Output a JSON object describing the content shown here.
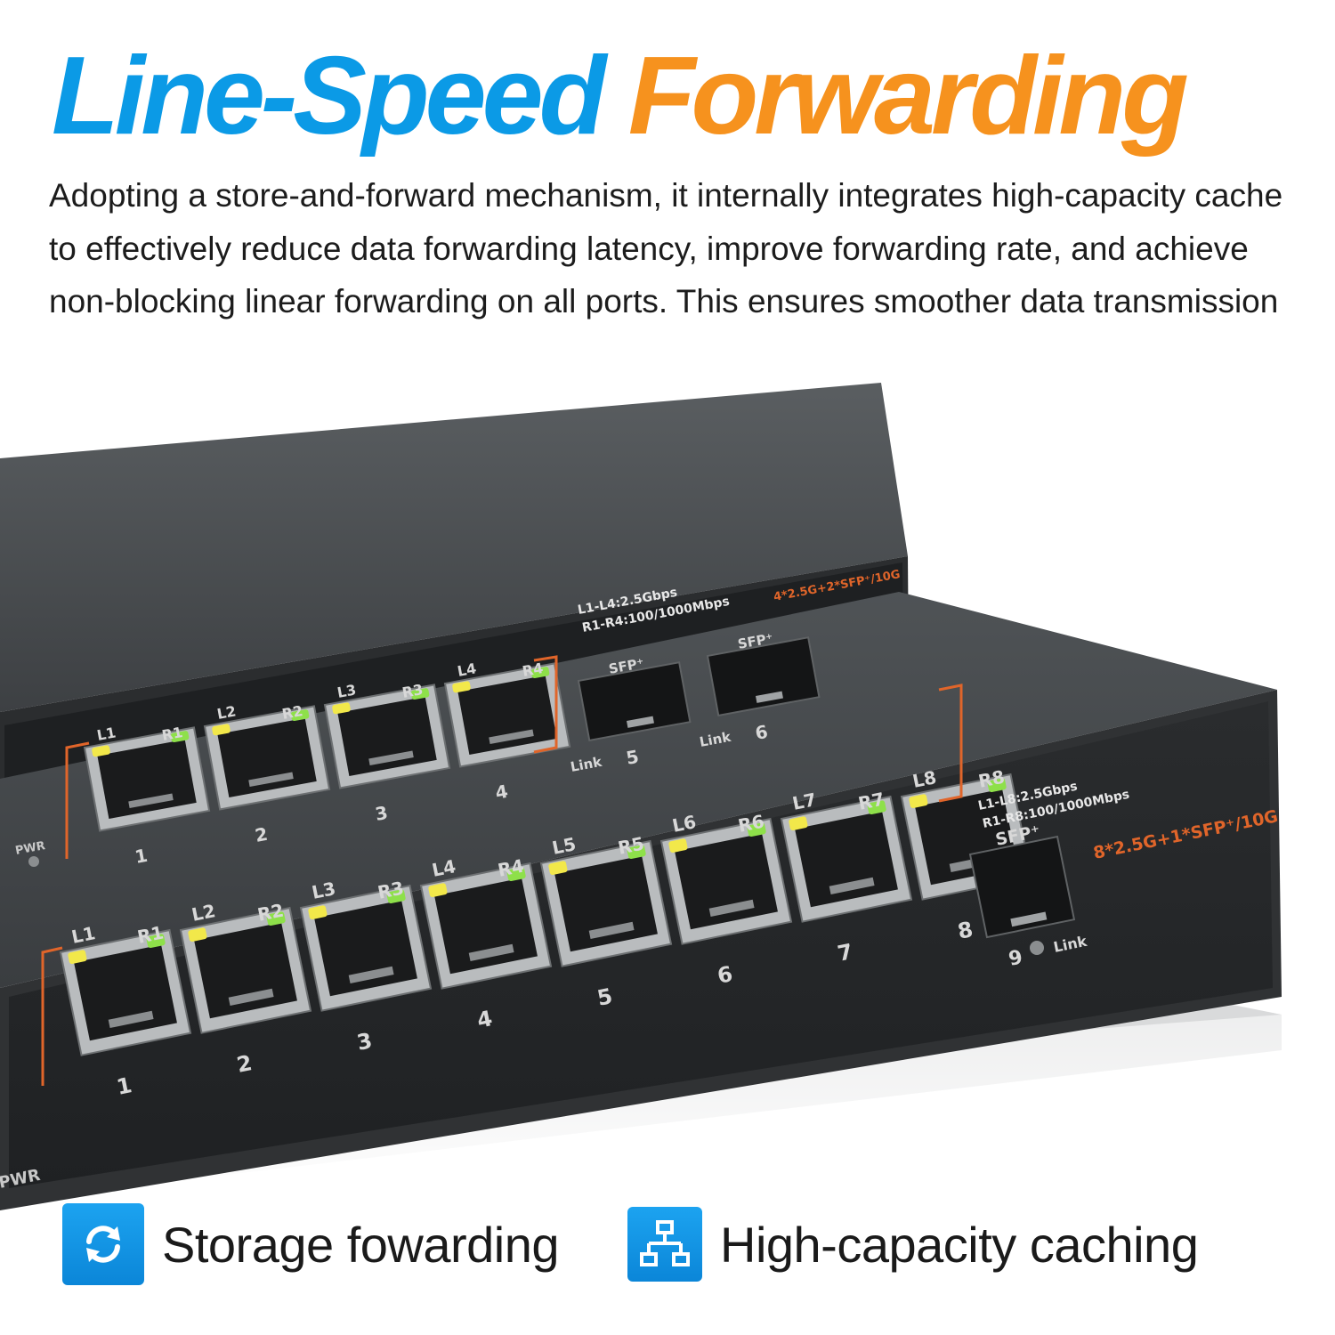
{
  "headline": {
    "part1": "Line-Speed",
    "part2": "Forwarding",
    "color_part1": "#0b9ae6",
    "color_part2": "#f6921e"
  },
  "description": "Adopting a store-and-forward mechanism, it internally integrates high-capacity cache to effectively reduce data forwarding latency, improve forwarding rate, and achieve non-blocking linear forwarding on all ports. This ensures smoother data transmission",
  "switch_small": {
    "model": "4*2.5G+2*SFP⁺/10G",
    "legend_l": "L1-L4:2.5Gbps",
    "legend_r": "R1-R4:100/1000Mbps",
    "pwr": "PWR",
    "port_numbers": [
      "1",
      "2",
      "3",
      "4"
    ],
    "l_labels": [
      "L1",
      "L2",
      "L3",
      "L4"
    ],
    "r_labels": [
      "R1",
      "R2",
      "R3",
      "R4"
    ],
    "sfp_label": "SFP⁺",
    "link_label": "Link",
    "sfp_numbers": [
      "5",
      "6"
    ]
  },
  "switch_large": {
    "model": "8*2.5G+1*SFP⁺/10G",
    "legend_l": "L1-L8:2.5Gbps",
    "legend_r": "R1-R8:100/1000Mbps",
    "pwr": "PWR",
    "port_numbers": [
      "1",
      "2",
      "3",
      "4",
      "5",
      "6",
      "7",
      "8"
    ],
    "l_labels": [
      "L1",
      "L2",
      "L3",
      "L4",
      "L5",
      "L6",
      "L7",
      "L8"
    ],
    "r_labels": [
      "R1",
      "R2",
      "R3",
      "R4",
      "R5",
      "R6",
      "R7",
      "R8"
    ],
    "sfp_label": "SFP⁺",
    "link_label": "Link",
    "sfp_number": "9"
  },
  "features": [
    {
      "label": "Storage fowarding",
      "icon": "refresh-icon"
    },
    {
      "label": "High-capacity caching",
      "icon": "network-hierarchy-icon"
    }
  ],
  "colors": {
    "icon_bg": "#0b8fe0",
    "led_yellow": "#f2e84a",
    "led_green": "#8ee04a",
    "panel_orange": "#e0652a",
    "chassis": "#3a3d3f"
  }
}
